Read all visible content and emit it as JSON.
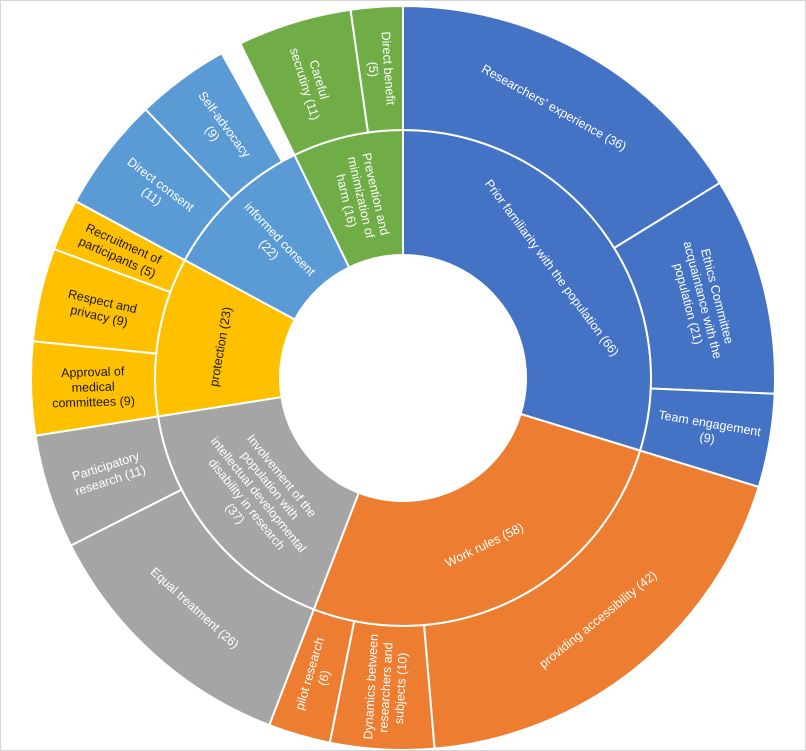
{
  "chart_data": {
    "type": "sunburst",
    "title": "",
    "colors": {
      "Prior familiarity": "#4472C4",
      "Work rules": "#ED7D31",
      "Involvement": "#A5A5A5",
      "protection": "#FFC000",
      "informed consent": "#5B9BD5",
      "Prevention": "#70AD47"
    },
    "segments": [
      {
        "label": "Prior familiarity with the population (66)",
        "value": 66,
        "color": "#4472C4",
        "text_color": "#ffffff",
        "children": [
          {
            "label": "Researchers' experience (36)",
            "value": 36
          },
          {
            "label": "Ethics Committee acquaintance with the population (21)",
            "value": 21
          },
          {
            "label": "Team engagement (9)",
            "value": 9
          }
        ]
      },
      {
        "label": "Work rules (58)",
        "value": 58,
        "color": "#ED7D31",
        "text_color": "#ffffff",
        "children": [
          {
            "label": "providing accessibility (42)",
            "value": 42
          },
          {
            "label": "Dynamics between researchers and subjects (10)",
            "value": 10
          },
          {
            "label": "pilot research (6)",
            "value": 6
          }
        ]
      },
      {
        "label": "Involvement of the population with intellectual developmental disability in research (37)",
        "value": 37,
        "color": "#A5A5A5",
        "text_color": "#ffffff",
        "children": [
          {
            "label": "Equal treatment (26)",
            "value": 26
          },
          {
            "label": "Participatory research (11)",
            "value": 11
          }
        ]
      },
      {
        "label": "protection (23)",
        "value": 23,
        "color": "#FFC000",
        "text_color": "#1a1a1a",
        "children": [
          {
            "label": "Approval of medical committees (9)",
            "value": 9
          },
          {
            "label": "Respect and privacy (9)",
            "value": 9
          },
          {
            "label": "Recruitment of participants (5)",
            "value": 5
          }
        ]
      },
      {
        "label": "informed consent (22)",
        "value": 22,
        "color": "#5B9BD5",
        "text_color": "#ffffff",
        "children": [
          {
            "label": "Direct consent (11)",
            "value": 11
          },
          {
            "label": "Self-advocacy (9)",
            "value": 9
          }
        ]
      },
      {
        "label": "Prevention and minimization of harm (16)",
        "value": 16,
        "color": "#70AD47",
        "text_color": "#ffffff",
        "children": [
          {
            "label": "Careful secrutiny (11)",
            "value": 11
          },
          {
            "label": "Direct benefit (5)",
            "value": 5
          }
        ]
      }
    ]
  }
}
